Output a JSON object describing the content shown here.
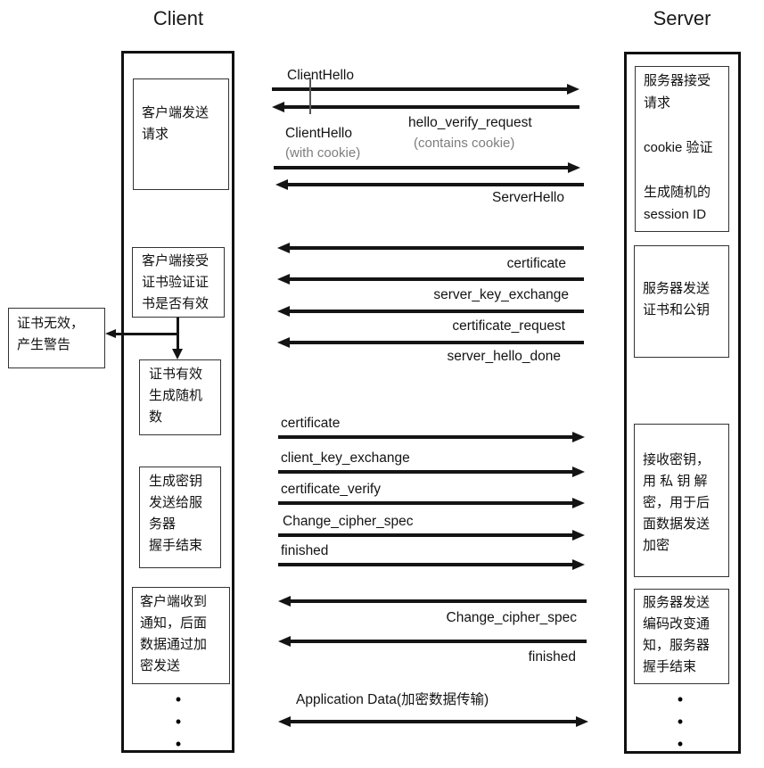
{
  "header": {
    "client_title": "Client",
    "server_title": "Server"
  },
  "client": {
    "boxes": [
      {
        "text": "客户端发送\n请求"
      },
      {
        "text": "客户端接受\n证书验证证\n书是否有效"
      },
      {
        "text": "证书有效\n生成随机\n数"
      },
      {
        "text": "生成密钥\n发送给服\n务器\n握手结束"
      },
      {
        "text": "客户端收到\n通知，后面\n数据通过加\n密发送"
      }
    ],
    "ellipsis": "•\n•\n•"
  },
  "warning": {
    "text": "证书无效，\n产生警告"
  },
  "server": {
    "boxes": [
      {
        "text": "服务器接受\n请求\n\ncookie 验证\n\n生成随机的\nsession ID"
      },
      {
        "text": "服务器发送\n证书和公钥"
      },
      {
        "text": "接收密钥，\n用 私 钥 解\n密，用于后\n面数据发送\n加密"
      },
      {
        "text": "服务器发送\n编码改变通\n知，服务器\n握手结束"
      }
    ],
    "ellipsis": "•\n•\n•"
  },
  "messages": {
    "client_hello": {
      "label": "ClientHello"
    },
    "hello_verify_request": {
      "label": "hello_verify_request",
      "sublabel": "(contains cookie)"
    },
    "client_hello_cookie": {
      "label": "ClientHello",
      "sublabel": "(with cookie)"
    },
    "server_hello": {
      "label": "ServerHello"
    },
    "certificate_server": {
      "label": "certificate"
    },
    "server_key_exchange": {
      "label": "server_key_exchange"
    },
    "certificate_request": {
      "label": "certificate_request"
    },
    "server_hello_done": {
      "label": "server_hello_done"
    },
    "certificate_client": {
      "label": "certificate"
    },
    "client_key_exchange": {
      "label": "client_key_exchange"
    },
    "certificate_verify": {
      "label": "certificate_verify"
    },
    "change_cipher_spec_client": {
      "label": "Change_cipher_spec"
    },
    "finished_client": {
      "label": "finished"
    },
    "change_cipher_spec_server": {
      "label": "Change_cipher_spec"
    },
    "finished_server": {
      "label": "finished"
    },
    "application_data": {
      "label": "Application Data(加密数据传输)"
    }
  },
  "colors": {
    "line": "#141414",
    "muted": "#7d7d7d"
  }
}
